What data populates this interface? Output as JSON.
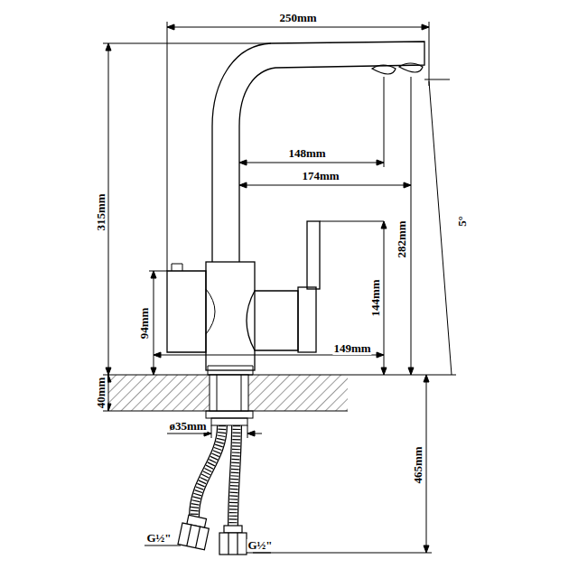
{
  "diagram": {
    "labels": [
      "250mm",
      "315mm",
      "148mm",
      "174mm",
      "282mm",
      "5°",
      "144mm",
      "94mm",
      "149mm",
      "40mm",
      "ø35mm",
      "465mm",
      "G½\"",
      "G½\""
    ]
  }
}
